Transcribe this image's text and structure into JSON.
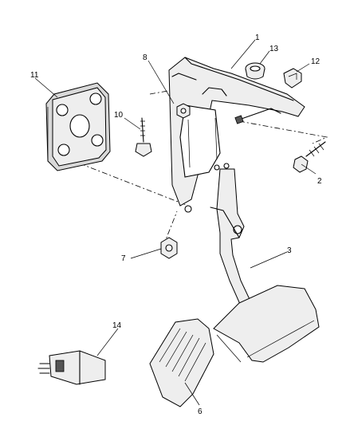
{
  "callouts": [
    {
      "id": "1",
      "label": "1"
    },
    {
      "id": "2",
      "label": "2"
    },
    {
      "id": "3",
      "label": "3"
    },
    {
      "id": "6",
      "label": "6"
    },
    {
      "id": "7",
      "label": "7"
    },
    {
      "id": "8",
      "label": "8"
    },
    {
      "id": "10",
      "label": "10"
    },
    {
      "id": "11",
      "label": "11"
    },
    {
      "id": "12",
      "label": "12"
    },
    {
      "id": "13",
      "label": "13"
    },
    {
      "id": "14",
      "label": "14"
    }
  ]
}
